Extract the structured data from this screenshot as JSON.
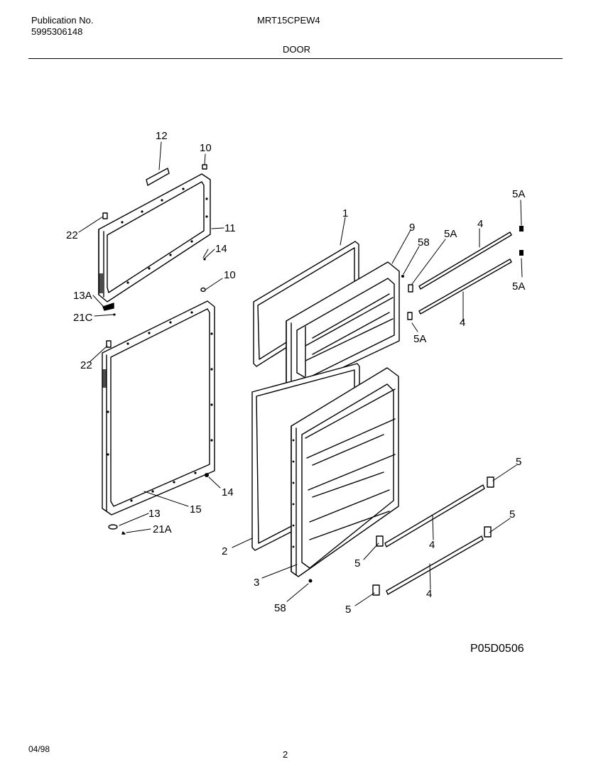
{
  "header": {
    "publication_label": "Publication No.",
    "publication_number": "5995306148",
    "model": "MRT15CPEW4",
    "section": "DOOR"
  },
  "diagram": {
    "callouts": [
      "12",
      "10",
      "11",
      "22",
      "14",
      "13A",
      "21C",
      "10",
      "22",
      "14",
      "15",
      "13",
      "21A",
      "1",
      "9",
      "58",
      "5A",
      "4",
      "5A",
      "5A",
      "4",
      "5A",
      "5",
      "5",
      "4",
      "4",
      "5",
      "5",
      "2",
      "3",
      "58"
    ]
  },
  "drawing_code": "P05D0506",
  "footer": {
    "date": "04/98",
    "page": "2"
  }
}
